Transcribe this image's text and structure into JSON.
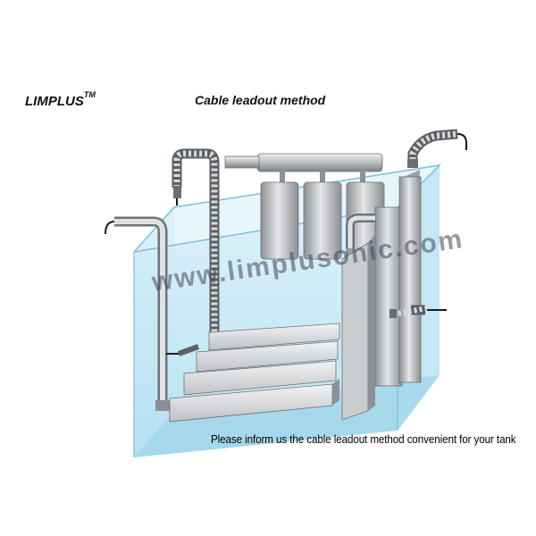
{
  "brand": {
    "name": "LIMPLUS",
    "trademark": "TM"
  },
  "heading": "Cable leadout method",
  "watermark": "www.limplusonic.com",
  "note": "Please inform us the cable leadout method convenient for your tank",
  "colors": {
    "tank_water": "#bfe6f4",
    "tank_edge": "#6fb5d2",
    "metal": "#b9bcbf",
    "metal_dark": "#7c8084",
    "cable": "#1a1a1a"
  }
}
